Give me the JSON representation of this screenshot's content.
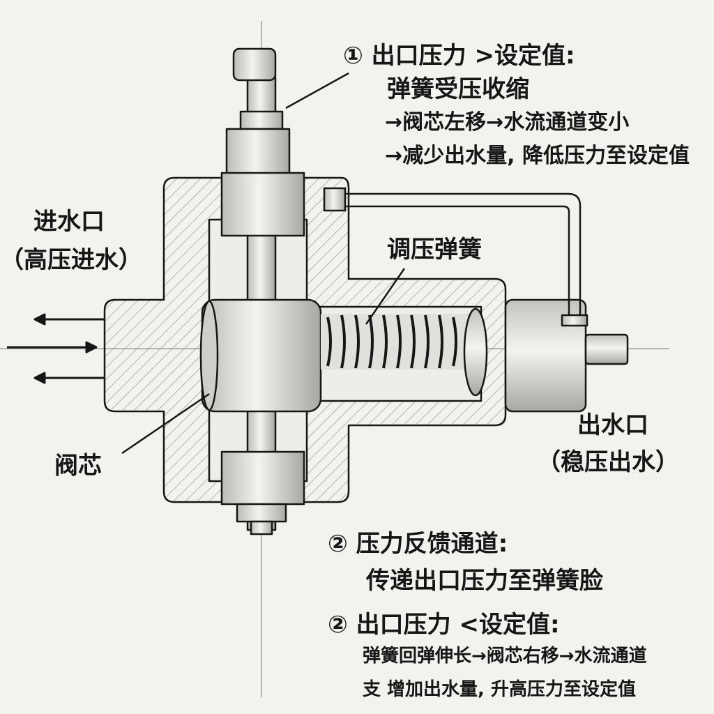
{
  "labels": {
    "inlet": "进水口",
    "inlet_sub": "（高压进水）",
    "outlet": "出水口",
    "outlet_sub": "（稳压出水）",
    "spring": "调压弹簧",
    "valve_core": "阀芯"
  },
  "note1": {
    "title": "① 出口压力 >设定值:",
    "line1": "弹簧受压收缩",
    "line2": "→阀芯左移→水流通道变小",
    "line3": "→减少出水量, 降低压力至设定值"
  },
  "note2": {
    "title": "② 压力反馈通道:",
    "line1": "传递出口压力至弹簧脸"
  },
  "note3": {
    "title": "② 出口压力 <设定值:",
    "line1": "弹簧回弹伸长→阀芯右移→水流通道",
    "line2": "支 增加出水量, 升高压力至设定值"
  },
  "colors": {
    "ink": "#161616",
    "paper": "#f3f2ee",
    "shade": "#c9c7c2"
  }
}
